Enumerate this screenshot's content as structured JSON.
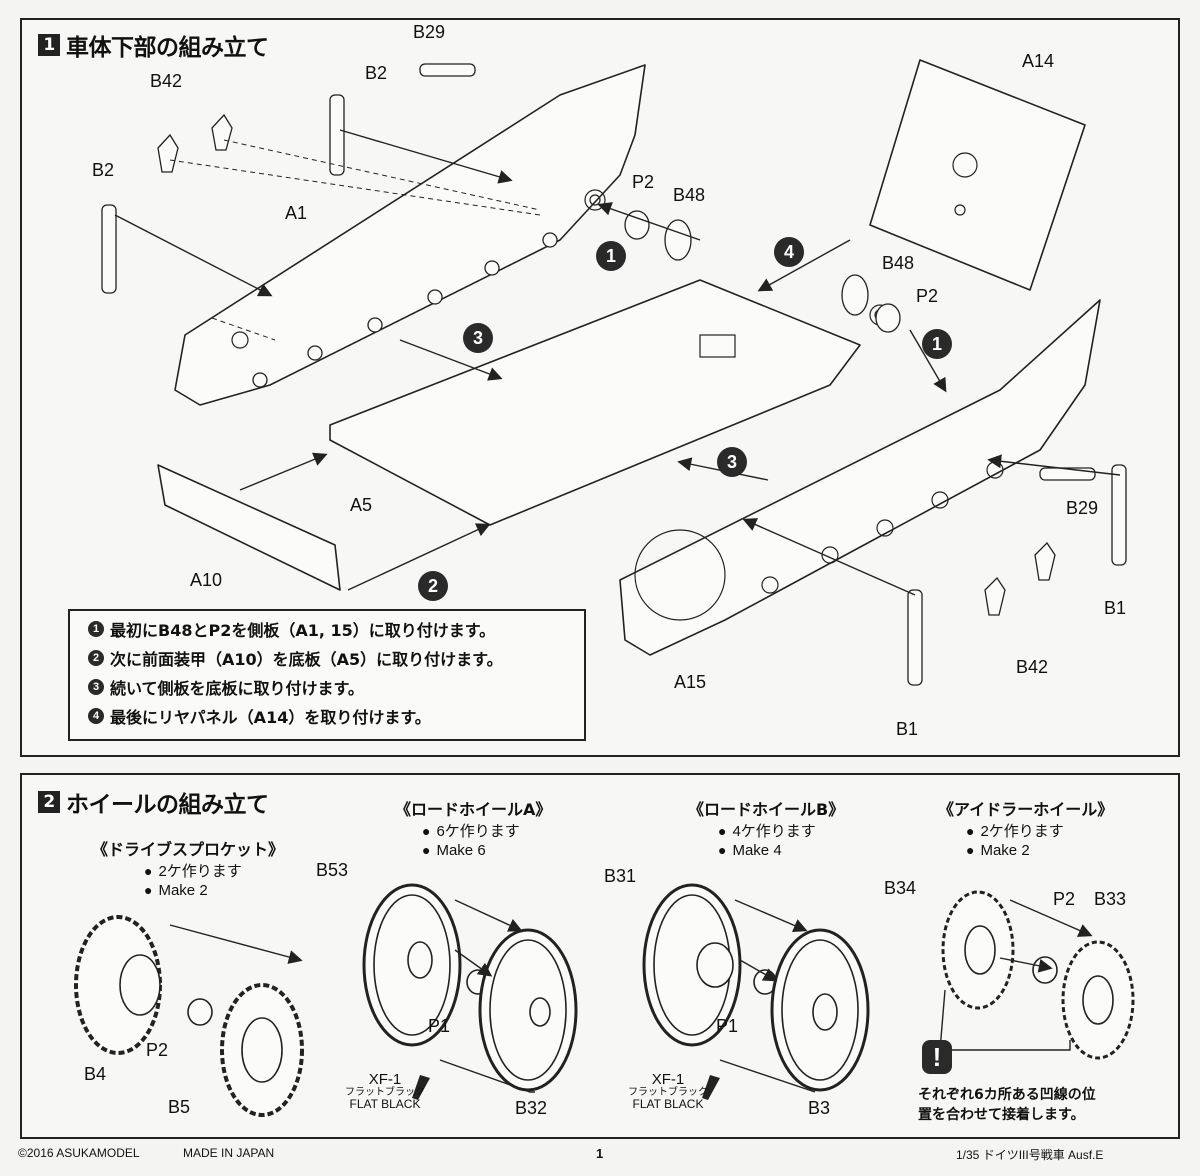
{
  "step1": {
    "number": "1",
    "title": "車体下部の組み立て",
    "labels": {
      "b29_top": "B29",
      "b2_top": "B2",
      "b42_top": "B42",
      "b2_left": "B2",
      "a1": "A1",
      "p2_left": "P2",
      "b48_left": "B48",
      "a14": "A14",
      "b48_right": "B48",
      "p2_right": "P2",
      "a5": "A5",
      "a10": "A10",
      "b29_right": "B29",
      "b1_right": "B1",
      "b42_right": "B42",
      "a15": "A15",
      "b1_bottom": "B1"
    },
    "callouts": {
      "c1a": "1",
      "c1b": "1",
      "c2": "2",
      "c3a": "3",
      "c3b": "3",
      "c4": "4"
    },
    "notes": [
      {
        "num": "1",
        "text": "最初にB48とP2を側板（A1, 15）に取り付けます。"
      },
      {
        "num": "2",
        "text": "次に前面装甲（A10）を底板（A5）に取り付けます。"
      },
      {
        "num": "3",
        "text": "続いて側板を底板に取り付けます。"
      },
      {
        "num": "4",
        "text": "最後にリヤパネル（A14）を取り付けます。"
      }
    ]
  },
  "step2": {
    "number": "2",
    "title": "ホイールの組み立て",
    "sprocket": {
      "title": "《ドライブスプロケット》",
      "make_jp": "2ケ作ります",
      "make_en": "Make 2",
      "part_a": "B4",
      "part_b": "B5",
      "spacer": "P2"
    },
    "roadA": {
      "title": "《ロードホイールA》",
      "make_jp": "6ケ作ります",
      "make_en": "Make 6",
      "part_a": "B53",
      "part_b": "B32",
      "spacer": "P1",
      "paint_code": "XF-1",
      "paint_jp": "フラットブラック",
      "paint_en": "FLAT BLACK"
    },
    "roadB": {
      "title": "《ロードホイールB》",
      "make_jp": "4ケ作ります",
      "make_en": "Make 4",
      "part_a": "B31",
      "part_b": "B3",
      "spacer": "P1",
      "paint_code": "XF-1",
      "paint_jp": "フラットブラック",
      "paint_en": "FLAT BLACK"
    },
    "idler": {
      "title": "《アイドラーホイール》",
      "make_jp": "2ケ作ります",
      "make_en": "Make 2",
      "part_a": "B34",
      "part_b": "B33",
      "spacer": "P2"
    },
    "warning_icon": "!",
    "warning_line1": "それぞれ6カ所ある凹線の位",
    "warning_line2": "置を合わせて接着します。"
  },
  "footer": {
    "copyright": "©2016 ASUKAMODEL",
    "made_in": "MADE IN JAPAN",
    "page": "1",
    "product": "1/35 ドイツIII号戦車 Ausf.E"
  }
}
